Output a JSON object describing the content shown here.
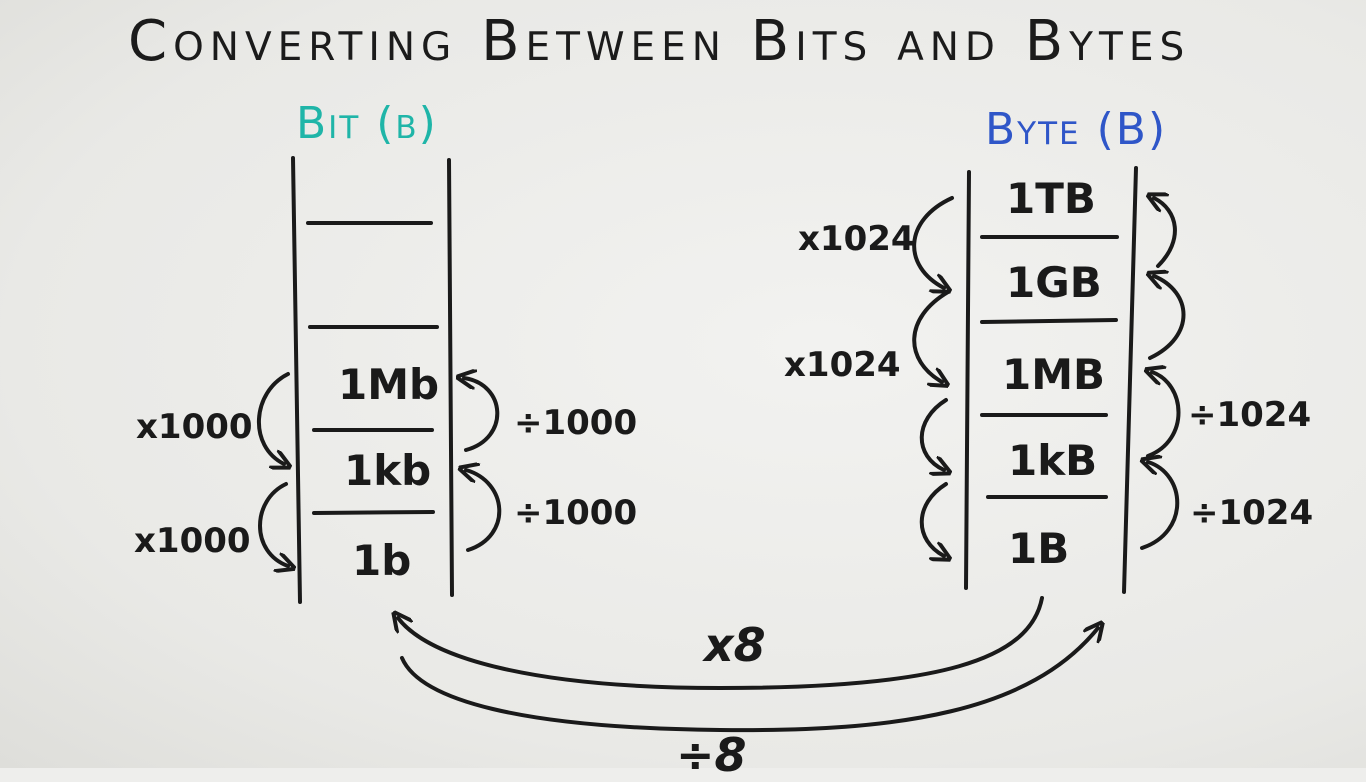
{
  "title": "Converting Between Bits and Bytes",
  "bit_column": {
    "heading": "Bit (b)",
    "units": [
      "1Mb",
      "1kb",
      "1b"
    ],
    "up_label": "x1000",
    "down_label": "÷1000"
  },
  "byte_column": {
    "heading": "Byte (B)",
    "units": [
      "1TB",
      "1GB",
      "1MB",
      "1kB",
      "1B"
    ],
    "up_label": "x1024",
    "down_label": "÷1024"
  },
  "conversions": {
    "bits_to_bytes": "x8",
    "bytes_to_bits": "÷8"
  },
  "colors": {
    "ink": "#1a1a1a",
    "bit_heading": "#1fb5a8",
    "byte_heading": "#2f56c8"
  }
}
